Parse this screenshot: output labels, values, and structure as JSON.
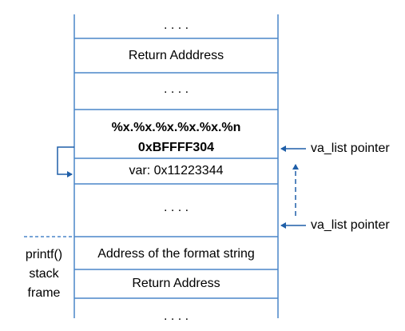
{
  "stack": {
    "cells": {
      "top_dots": ". . . .",
      "return_address_upper": "Return Adddress",
      "dots_after_return": ". . . .",
      "format_string": "%x.%x.%x.%x.%x.%n",
      "format_address": "0xBFFFF304",
      "var_value": "var: 0x11223344",
      "dots_middle": ". . . .",
      "format_string_address": "Address of the format string",
      "return_address_lower": "Return Address",
      "bottom_dots": ". . . ."
    },
    "frame_label": [
      "printf()",
      "stack",
      "frame"
    ],
    "pointer_labels": {
      "upper": "va_list pointer",
      "lower": "va_list pointer"
    }
  },
  "colors": {
    "stack_lines": "#4a86c8",
    "arrows": "#1f5fa8",
    "text": "#000000"
  }
}
